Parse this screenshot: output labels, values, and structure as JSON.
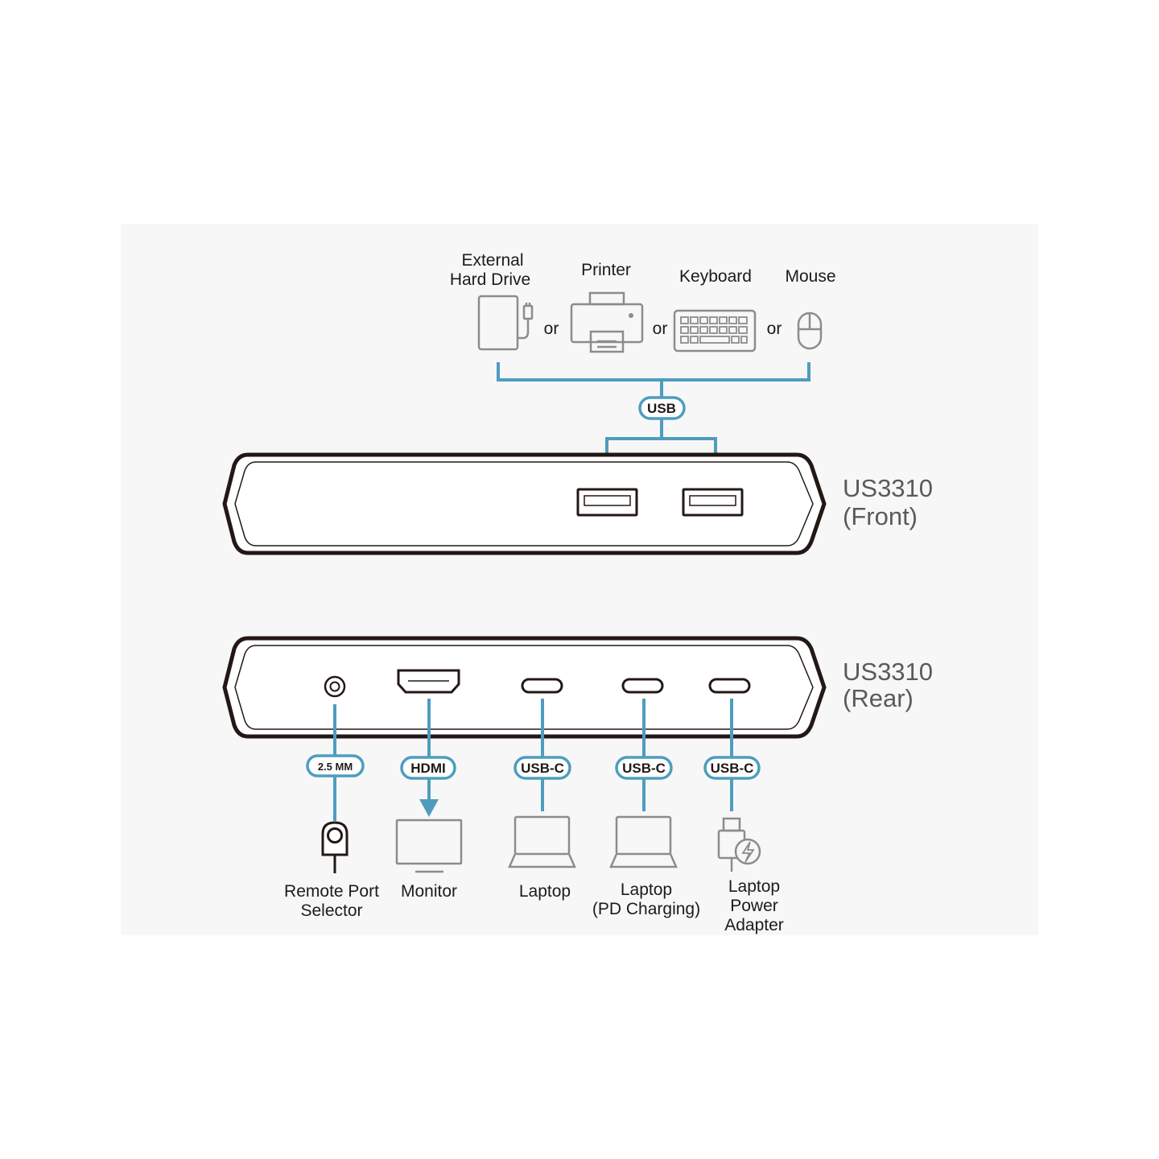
{
  "devices_top": {
    "hard_drive": [
      "External",
      "Hard Drive"
    ],
    "printer": "Printer",
    "keyboard": "Keyboard",
    "mouse": "Mouse",
    "or": "or"
  },
  "front": {
    "model": "US3310",
    "side": "(Front)",
    "badge": "USB"
  },
  "rear": {
    "model": "US3310",
    "side": "(Rear)",
    "badges": [
      "2.5 MM",
      "HDMI",
      "USB-C",
      "USB-C",
      "USB-C"
    ],
    "remote": [
      "Remote Port",
      "Selector"
    ],
    "monitor": "Monitor",
    "laptop": "Laptop",
    "laptop_pd": [
      "Laptop",
      "(PD Charging)"
    ],
    "adapter": [
      "Laptop",
      "Power",
      "Adapter"
    ]
  },
  "colors": {
    "cable": "#4e9dbf",
    "device_icon": "#8c8c8c",
    "housing": "#231815",
    "panel": "#f7f7f7"
  }
}
